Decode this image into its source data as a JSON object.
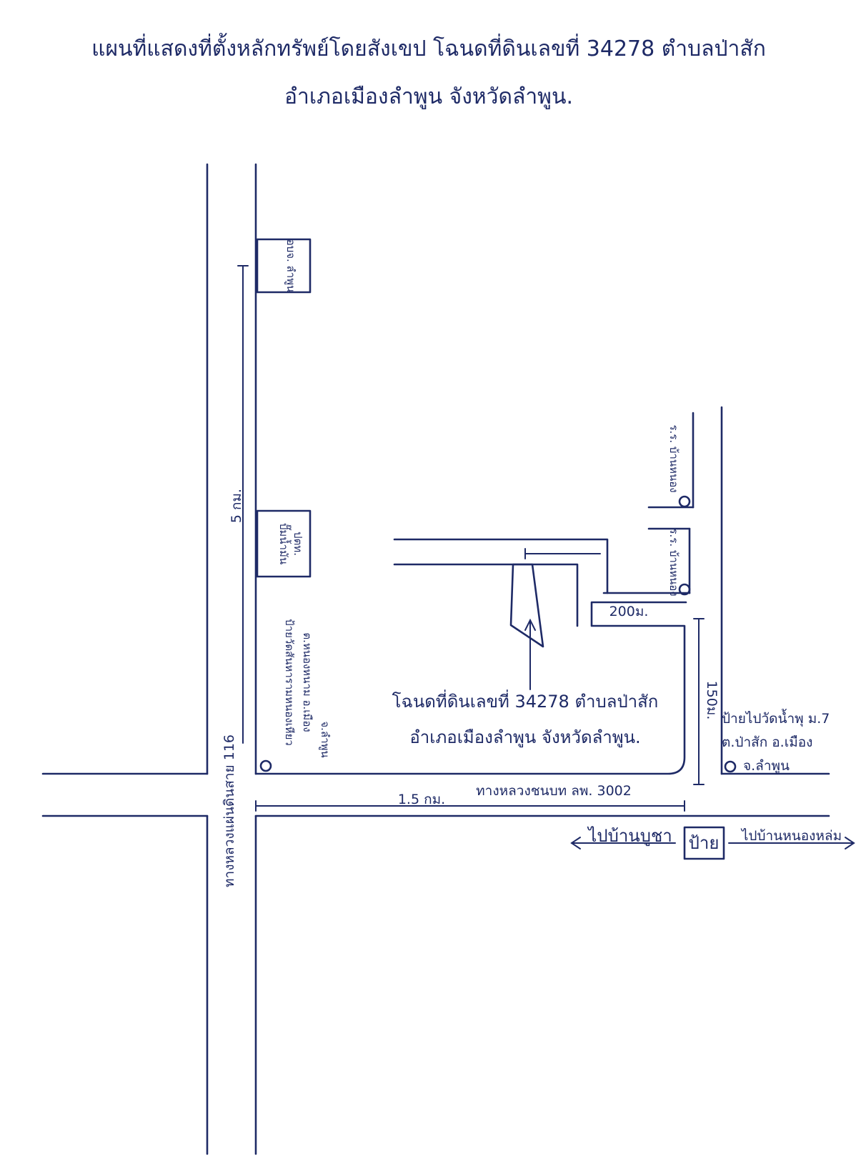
{
  "title": {
    "line1": "แผนที่แสดงที่ตั้งหลักทรัพย์โดยสังเขป โฉนดที่ดินเลขที่ 34278 ตำบลป่าสัก",
    "line2": "อำเภอเมืองลำพูน จังหวัดลำพูน."
  },
  "landmarks": {
    "top_box": "อบจ. ลำพูน",
    "mid_box_line1": "ปั๊มน้ำมัน",
    "mid_box_line2": "ปตท.",
    "temple_sign_line1": "ป้ายวัดสันหารามหนองเหียว",
    "temple_sign_line2": "ต.หนองหนาม อ.เมือง",
    "temple_sign_line3": "จ.ลำพูน",
    "school_1": "ร.ร. บ้านหนอง",
    "school_2": "ร.ร. บ้านหนอง",
    "village_sign_line1": "ป้ายไปวัดน้ำพุ ม.7",
    "village_sign_line2": "ต.ป่าสัก อ.เมือง",
    "village_sign_line3": "จ.ลำพูน",
    "bus_stop_sign": "ป้าย"
  },
  "parcel_label": {
    "line1": "โฉนดที่ดินเลขที่ 34278 ตำบลป่าสัก",
    "line2": "อำเภอเมืองลำพูน จังหวัดลำพูน."
  },
  "distances": {
    "main_road": "5 กม.",
    "side_200": "200ม.",
    "side_150": "150ม.",
    "rural_road": "1.5 กม."
  },
  "roads": {
    "highway": "ทางหลวงแผ่นดินสาย 116",
    "rural": "ทางหลวงชนบท ลพ. 3002",
    "to_left": "ไปบ้านบูชา",
    "to_right": "ไปบ้านหนองหล่ม"
  },
  "colors": {
    "ink": "#1e2a66"
  }
}
